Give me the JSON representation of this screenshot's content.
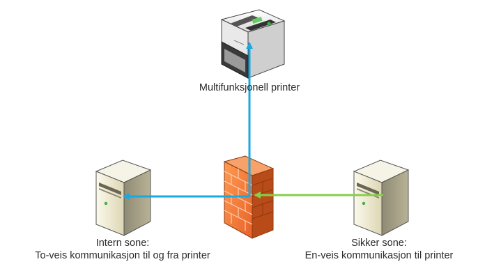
{
  "nodes": {
    "printer": {
      "label": "Multifunksjonell printer",
      "icon": "printer-icon"
    },
    "internal_server": {
      "line1": "Intern sone:",
      "line2": "To-veis kommunikasjon til og fra printer",
      "icon": "server-icon"
    },
    "secure_server": {
      "line1": "Sikker sone:",
      "line2": "En-veis kommunikasjon til printer",
      "icon": "server-icon"
    },
    "firewall": {
      "icon": "firewall-icon"
    }
  },
  "colors": {
    "blue_arrow": "#1aa8e0",
    "green_arrow": "#86cf4a",
    "firewall_orange": "#f0772f",
    "server_beige": "#e8e2c4"
  }
}
